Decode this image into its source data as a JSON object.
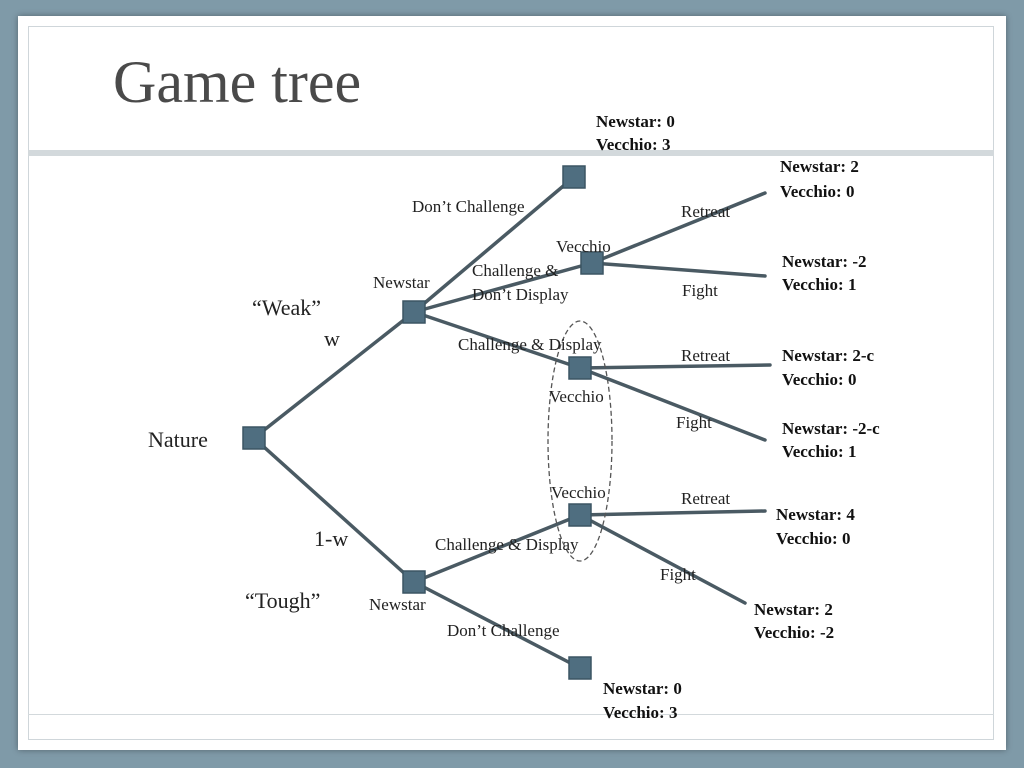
{
  "title": "Game tree",
  "nodes": {
    "nature": "Nature",
    "newstar_weak": "Newstar",
    "newstar_tough": "Newstar",
    "vecchio_dont_display": "Vecchio",
    "vecchio_display_weak": "Vecchio",
    "vecchio_display_tough": "Vecchio"
  },
  "types": {
    "weak": "“Weak”",
    "weak_prob": "w",
    "tough": "“Tough”",
    "tough_prob": "1-w"
  },
  "actions": {
    "dont_challenge_weak": "Don’t Challenge",
    "challenge_dont_display_line1": "Challenge &",
    "challenge_dont_display_line2": "Don’t Display",
    "challenge_display_weak": "Challenge & Display",
    "retreat_1": "Retreat",
    "fight_1": "Fight",
    "retreat_2": "Retreat",
    "fight_2": "Fight",
    "challenge_display_tough": "Challenge & Display",
    "dont_challenge_tough": "Don’t Challenge",
    "retreat_3": "Retreat",
    "fight_3": "Fight"
  },
  "payoffs": [
    {
      "newstar": "Newstar: 0",
      "vecchio": "Vecchio:  3"
    },
    {
      "newstar": "Newstar: 2",
      "vecchio": "Vecchio:  0"
    },
    {
      "newstar": "Newstar: -2",
      "vecchio": "Vecchio:  1"
    },
    {
      "newstar": "Newstar: 2-c",
      "vecchio": "Vecchio:  0"
    },
    {
      "newstar": "Newstar: -2-c",
      "vecchio": "Vecchio:  1"
    },
    {
      "newstar": "Newstar: 4",
      "vecchio": "Vecchio:  0"
    },
    {
      "newstar": "Newstar: 2",
      "vecchio": "Vecchio:  -2"
    },
    {
      "newstar": "Newstar: 0",
      "vecchio": "Vecchio:  3"
    }
  ]
}
